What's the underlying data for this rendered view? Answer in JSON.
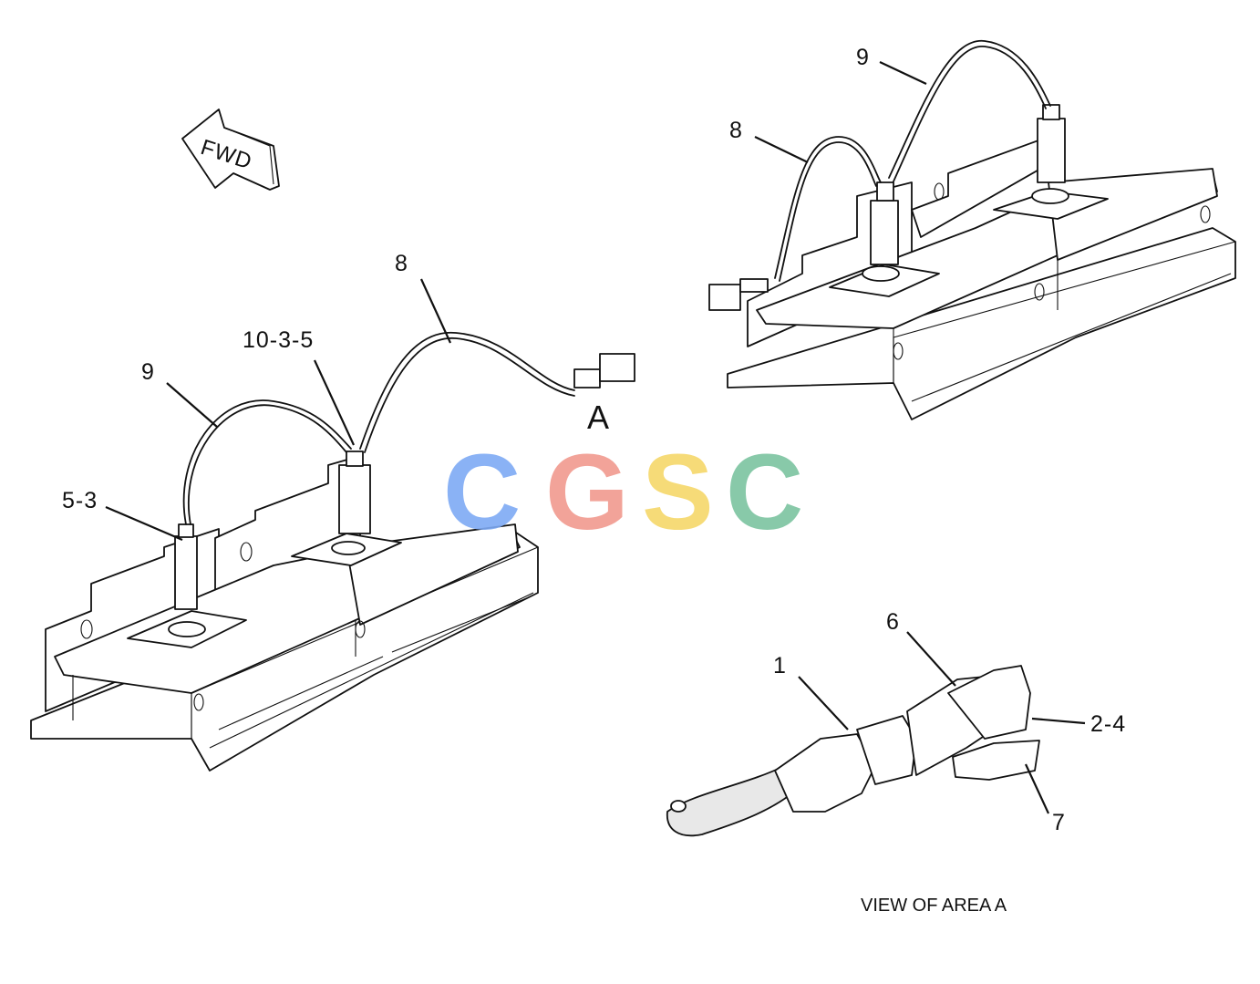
{
  "fwd_arrow": {
    "label": "FWD"
  },
  "callouts_main": {
    "label_9": "9",
    "label_8": "8",
    "label_10_3_5": "10-3-5",
    "label_5_3": "5-3",
    "label_area": "A"
  },
  "callouts_upper_right": {
    "label_9": "9",
    "label_8": "8"
  },
  "callouts_detail": {
    "label_1": "1",
    "label_6": "6",
    "label_2_4": "2-4",
    "label_7": "7"
  },
  "detail_caption": "VIEW OF AREA A",
  "watermark": {
    "letters": [
      "C",
      "G",
      "S",
      "C"
    ],
    "colors": [
      "#7eaaf5",
      "#f19a8f",
      "#f6d86a",
      "#7cc4a0"
    ]
  }
}
